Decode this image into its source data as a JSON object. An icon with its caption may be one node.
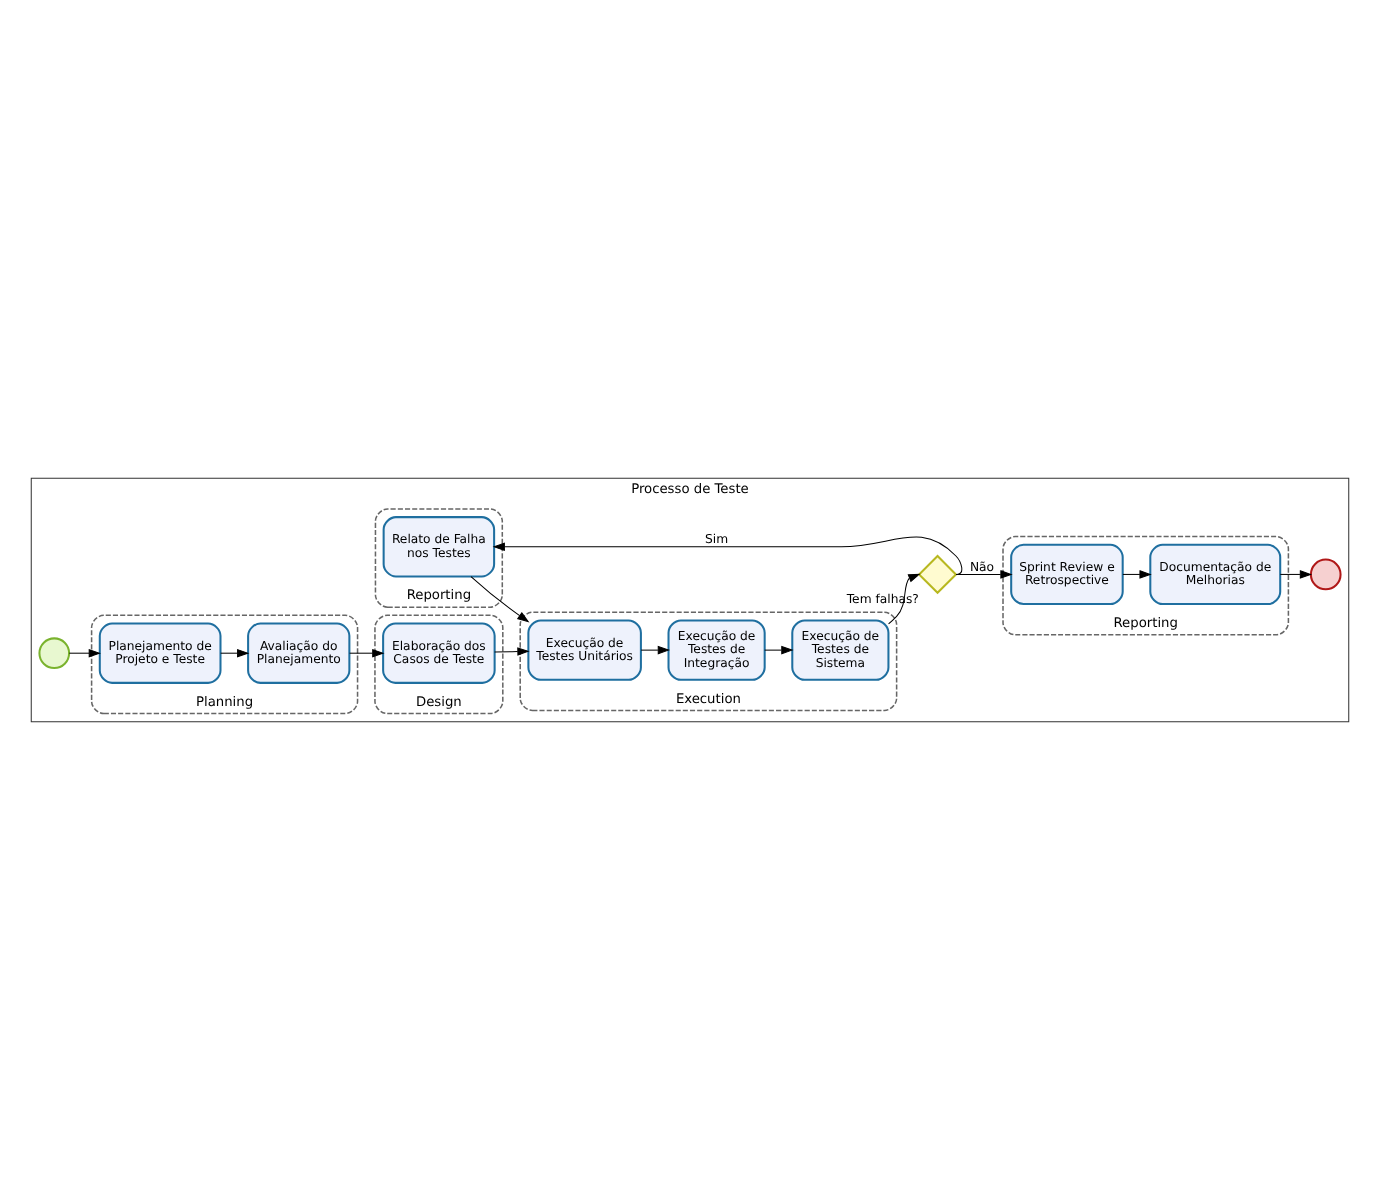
{
  "diagram": {
    "nodes": [
      {
        "text": [
          "Processo de Teste"
        ]
      },
      {
        "text": [],
        "shape": "circle",
        "in": 0
      },
      {
        "text": [
          "Planning"
        ],
        "in": 0
      },
      {
        "text": [
          "Planejamento de Projeto e Teste"
        ],
        "in": 2
      },
      {
        "text": [
          "Avaliação do Planejamento"
        ],
        "in": 2
      },
      {
        "text": [
          "Design"
        ],
        "in": 0
      },
      {
        "text": [
          "Elaboração dos Casos de Teste"
        ],
        "in": 5
      },
      {
        "text": [
          "Execution"
        ],
        "in": 0
      },
      {
        "text": [
          "Execução de Testes Unitários"
        ],
        "in": 7
      },
      {
        "text": [
          "Execução de Testes de Integração"
        ],
        "in": 7
      },
      {
        "text": [
          "Execução de Testes de Sistema"
        ],
        "in": 7
      },
      {
        "text": [],
        "shape": "diamond",
        "beside": [
          "Tem falhas?"
        ],
        "in": 0
      },
      {
        "text": [
          "Reporting"
        ],
        "in": 0
      },
      {
        "text": [
          "Sprint Review e Retrospective"
        ],
        "in": 12
      },
      {
        "text": [
          "Documentação de Melhorias"
        ],
        "in": 12
      },
      {
        "text": [],
        "shape": "circle",
        "in": 0
      },
      {
        "text": [
          "Reporting"
        ],
        "in": 0
      },
      {
        "text": [
          "Relato de Falha nos Testes"
        ],
        "in": 16
      }
    ],
    "edges": [
      {
        "from": 1,
        "to": 3,
        "arrow": "to"
      },
      {
        "from": 3,
        "to": 4,
        "arrow": "to"
      },
      {
        "from": 4,
        "to": 6,
        "arrow": "to"
      },
      {
        "from": 6,
        "to": 8,
        "arrow": "to"
      },
      {
        "from": 8,
        "to": 9,
        "arrow": "to"
      },
      {
        "from": 9,
        "to": 10,
        "arrow": "to"
      },
      {
        "from": 10,
        "to": 11,
        "arrow": "to"
      },
      {
        "from": 11,
        "to": 13,
        "arrow": "to",
        "label": "Não"
      },
      {
        "from": 13,
        "to": 14,
        "arrow": "to"
      },
      {
        "from": 14,
        "to": 15,
        "arrow": "to"
      },
      {
        "from": 11,
        "to": 17,
        "arrow": "to",
        "label": "Sim"
      },
      {
        "from": 17,
        "to": 8,
        "arrow": "to"
      }
    ]
  }
}
